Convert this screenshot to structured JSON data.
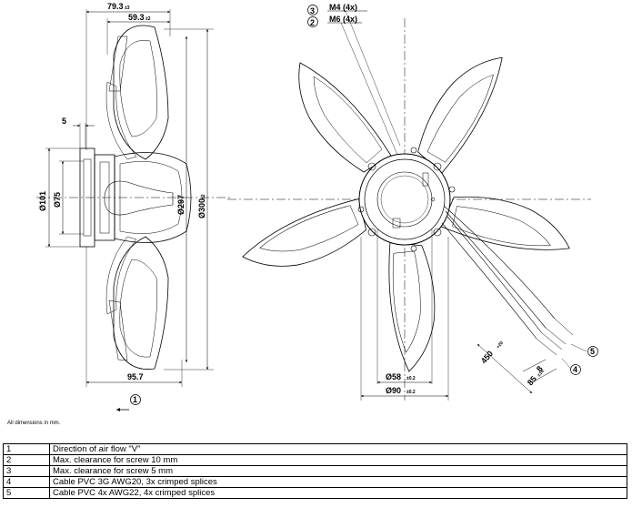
{
  "side_view": {
    "dims": {
      "overall_depth": "79.3",
      "overall_depth_tol": "±3",
      "mount_depth": "59.3",
      "mount_depth_tol": "±2",
      "plate": "5",
      "dia_101": "Ø101",
      "dia_75": "Ø75",
      "dia_blade": "Ø300",
      "dia_blade_tol": "±2",
      "dia_297": "Ø297",
      "length_957": "95.7"
    },
    "airflow_callout": "1"
  },
  "front_view": {
    "callouts": [
      {
        "num": "3",
        "label": "M4 (4x)"
      },
      {
        "num": "2",
        "label": "M6 (4x)"
      }
    ],
    "dims": {
      "hub_inner": "Ø58",
      "hub_inner_tol": "±0.2",
      "hub_outer": "Ø90",
      "hub_outer_tol": "±0.2",
      "cable_length": "450",
      "cable_length_tol": "+20",
      "strip_8": "8",
      "strip_85": "85",
      "strip_85_tol": "±10"
    },
    "cable_callouts": [
      "5",
      "4"
    ]
  },
  "note": "All dimensions in mm.",
  "legend": [
    {
      "num": "1",
      "text": "Direction of air flow \"V\""
    },
    {
      "num": "2",
      "text": "Max. clearance for screw 10 mm"
    },
    {
      "num": "3",
      "text": "Max. clearance for screw 5 mm"
    },
    {
      "num": "4",
      "text": "Cable PVC 3G AWG20, 3x crimped splices"
    },
    {
      "num": "5",
      "text": "Cable PVC 4x AWG22, 4x crimped splices"
    }
  ]
}
